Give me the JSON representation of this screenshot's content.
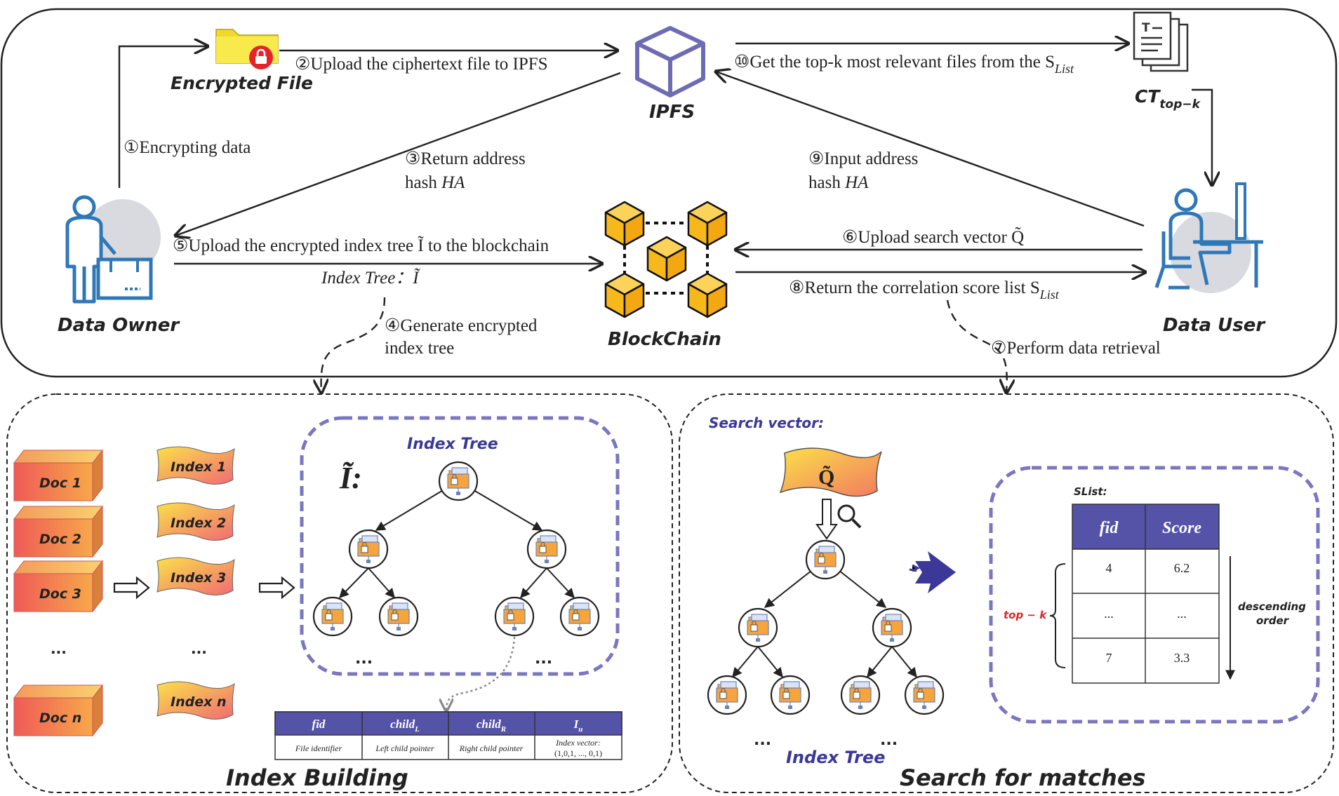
{
  "actors": {
    "data_owner": "Data Owner",
    "data_user": "Data User",
    "ipfs": "IPFS",
    "blockchain": "BlockChain",
    "encrypted_file": "Encrypted File",
    "ct_topk": "CT",
    "ct_topk_sub": "top−k"
  },
  "steps": {
    "s1": "①Encrypting data",
    "s2": "②Upload the ciphertext file to IPFS",
    "s3_line1": "③Return address",
    "s3_line2": "hash ",
    "s3_var": "HA",
    "s4_line1": "④Generate encrypted",
    "s4_line2": "index tree",
    "s5": "⑤Upload the encrypted index tree Ĩ to the blockchain",
    "index_tree_label": "Index Tree：Ĩ",
    "s6": "⑥Upload search vector Q̃",
    "s7": "⑦Perform data retrieval",
    "s8": "⑧Return the correlation score list S",
    "s8_sub": "List",
    "s9_line1": "⑨Input address",
    "s9_line2": "hash ",
    "s9_var": "HA",
    "s10": "⑩Get the top-k most relevant files from the S",
    "s10_sub": "List"
  },
  "index_building": {
    "title": "Index Building",
    "docs": [
      "Doc 1",
      "Doc 2",
      "Doc 3",
      "...",
      "Doc n"
    ],
    "indexes": [
      "Index 1",
      "Index 2",
      "Index 3",
      "...",
      "Index n"
    ],
    "tree_title": "Index Tree",
    "tree_symbol": "Ĩ:",
    "ellipsis_left": "...",
    "ellipsis_right": "...",
    "node_table": {
      "headers": [
        "fid",
        "child",
        "child",
        "I"
      ],
      "header_subs": [
        "",
        "L",
        "R",
        "u"
      ],
      "cells": [
        "File identifier",
        "Left child pointer",
        "Right child pointer",
        "Index vector:"
      ],
      "vector": "(1,0,1, ..., 0,1)"
    }
  },
  "search": {
    "title": "Search for matches",
    "search_vector_label": "Search vector:",
    "query_symbol": "Q̃",
    "tree_title": "Index Tree",
    "ellipsis_left": "...",
    "ellipsis_right": "...",
    "slist_label": "SList:",
    "table_headers": [
      "fid",
      "Score"
    ],
    "rows": [
      [
        "4",
        "6.2"
      ],
      [
        "...",
        "..."
      ],
      [
        "7",
        "3.3"
      ]
    ],
    "topk_label": "top − k",
    "order_line1": "descending",
    "order_line2": "order"
  },
  "colors": {
    "accent_purple": "#6f6bb3",
    "table_header": "#5553a8",
    "cube_gold": "#f6b81b",
    "doc_red": "#ef5a57",
    "doc_orange": "#f6a24c",
    "index_yellow": "#f9d43a",
    "index_pink": "#f06a74",
    "icon_blue": "#2f78b8",
    "topk_red": "#d42a2a"
  }
}
